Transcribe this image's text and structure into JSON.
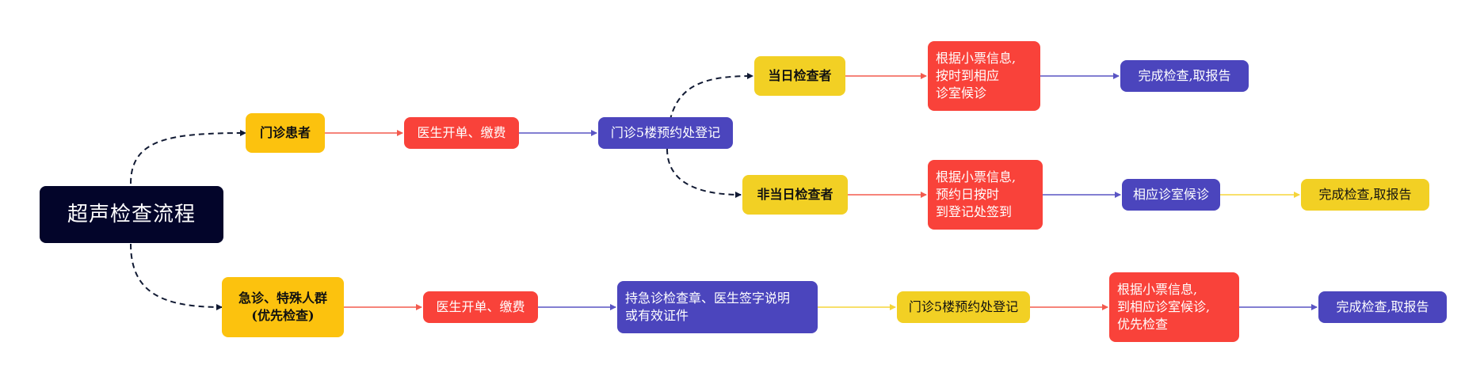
{
  "root": {
    "title": "超声检查流程"
  },
  "outpatient": {
    "label": "门诊患者",
    "billing": "医生开单、缴费",
    "register": "门诊5楼预约处登记",
    "same_day": {
      "label": "当日检查者",
      "step": "根据小票信息,\n按时到相应\n诊室候诊",
      "finish": "完成检查,取报告"
    },
    "other_day": {
      "label": "非当日检查者",
      "step": "根据小票信息,\n预约日按时\n到登记处签到",
      "wait": "相应诊室候诊",
      "finish": "完成检查,取报告"
    }
  },
  "emergency": {
    "label": "急诊、特殊人群\n(优先检查)",
    "billing": "医生开单、缴费",
    "document": "持急诊检查章、医生签字说明\n或有效证件",
    "register": "门诊5楼预约处登记",
    "step": "根据小票信息,\n到相应诊室候诊,\n优先检查",
    "finish": "完成检查,取报告"
  },
  "colors": {
    "root": "#03052a",
    "yellow": "#fcc20e",
    "red": "#f9423a",
    "blue": "#4b45bd",
    "red_arrow": "#f35b4f",
    "blue_arrow": "#5a55c4",
    "yellow_arrow": "#f5d53a",
    "dashed": "#111a33"
  }
}
